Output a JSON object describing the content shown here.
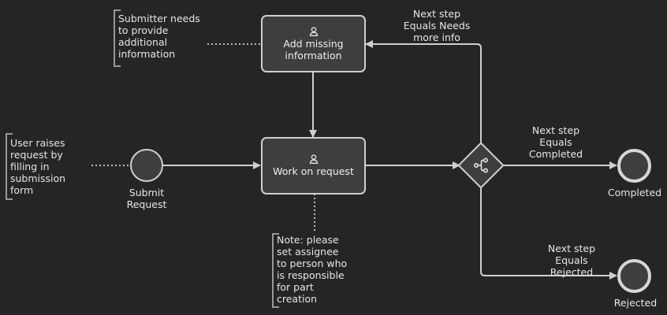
{
  "tasks": {
    "add_missing_info": {
      "label": [
        "Add missing",
        "information"
      ],
      "icon": "user-icon"
    },
    "work_on_request": {
      "label": [
        "Work on request"
      ],
      "icon": "user-icon"
    }
  },
  "events": {
    "start": {
      "label": [
        "Submit",
        "Request"
      ],
      "type": "start-event"
    },
    "completed": {
      "label": [
        "Completed"
      ],
      "type": "end-event"
    },
    "rejected": {
      "label": [
        "Rejected"
      ],
      "type": "end-event"
    }
  },
  "gateway": {
    "icon": "branch-icon"
  },
  "annotations": {
    "submitter": [
      "Submitter needs",
      "to provide",
      "additional",
      "information"
    ],
    "user": [
      "User raises",
      "request by",
      "filling in",
      "submission",
      "form"
    ],
    "note": [
      "Note: please",
      "set assignee",
      "to person who",
      "is responsible",
      "for part",
      "creation"
    ]
  },
  "flow_labels": {
    "needs_more_info": [
      "Next step",
      "Equals Needs",
      "more info"
    ],
    "completed": [
      "Next step",
      "Equals",
      "Completed"
    ],
    "rejected": [
      "Next step",
      "Equals",
      "Rejected"
    ]
  },
  "colors": {
    "background": "#252525",
    "stroke": "#cfcfcf",
    "fill": "#3e3e3e",
    "text": "#e6e6e6"
  }
}
